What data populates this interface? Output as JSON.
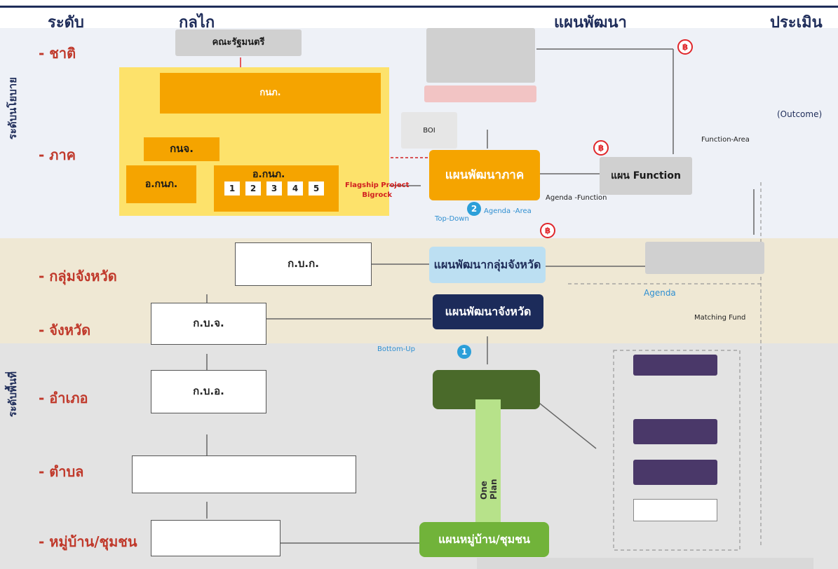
{
  "headers": {
    "level": "ระดับ",
    "mechanism": "กลไก",
    "plan": "แผนพัฒนา",
    "evaluation": "ประเมิน"
  },
  "side_labels": {
    "policy": "ระดับนโยบาย",
    "area": "ระดับพื้นที่"
  },
  "levels": {
    "nation": "- ชาติ",
    "region": "- ภาค",
    "province_group": "- กลุ่มจังหวัด",
    "province": "- จังหวัด",
    "district": "- อำเภอ",
    "subdistrict": "- ตำบล",
    "village": "- หมู่บ้าน/ชุมชน"
  },
  "mechanism": {
    "cabinet": "คณะรัฐมนตรี",
    "gnp": "กนภ.",
    "gnch": "กนจ.",
    "aognp": "อ.กนภ.",
    "gbk": "ก.บ.ก.",
    "gbj": "ก.บ.จ.",
    "gbo": "ก.บ.อ."
  },
  "plans": {
    "region_plan": "แผนพัฒนาภาค",
    "function": "แผน Function",
    "province_group_plan": "แผนพัฒนากลุ่มจังหวัด",
    "province_plan": "แผนพัฒนาจังหวัด",
    "village_plan": "แผนหมู่บ้าน/ชุมชน",
    "one_plan": "One Plan"
  },
  "numbers": [
    "1",
    "2",
    "3",
    "4",
    "5"
  ],
  "notes": {
    "top_down": "Top-Down",
    "agenda_area": "Agenda -Area",
    "agenda_function": "Agenda -Function",
    "agenda": "Agenda",
    "bottom_up": "Bottom-Up",
    "boi": "BOI",
    "flagship": "Flagship Project",
    "bigrock": "Bigrock",
    "function_area": "Function-Area",
    "matching_fund": "Matching Fund",
    "outcome": "(Outcome)"
  },
  "circle_1": "1",
  "circle_2": "2",
  "colors": {
    "orange": "#f5a400",
    "yellow": "#fde26b",
    "navy": "#1c2b5a",
    "green": "#4a6a2a",
    "purple": "#4a3869",
    "band_brown": "#e8dfc9"
  }
}
